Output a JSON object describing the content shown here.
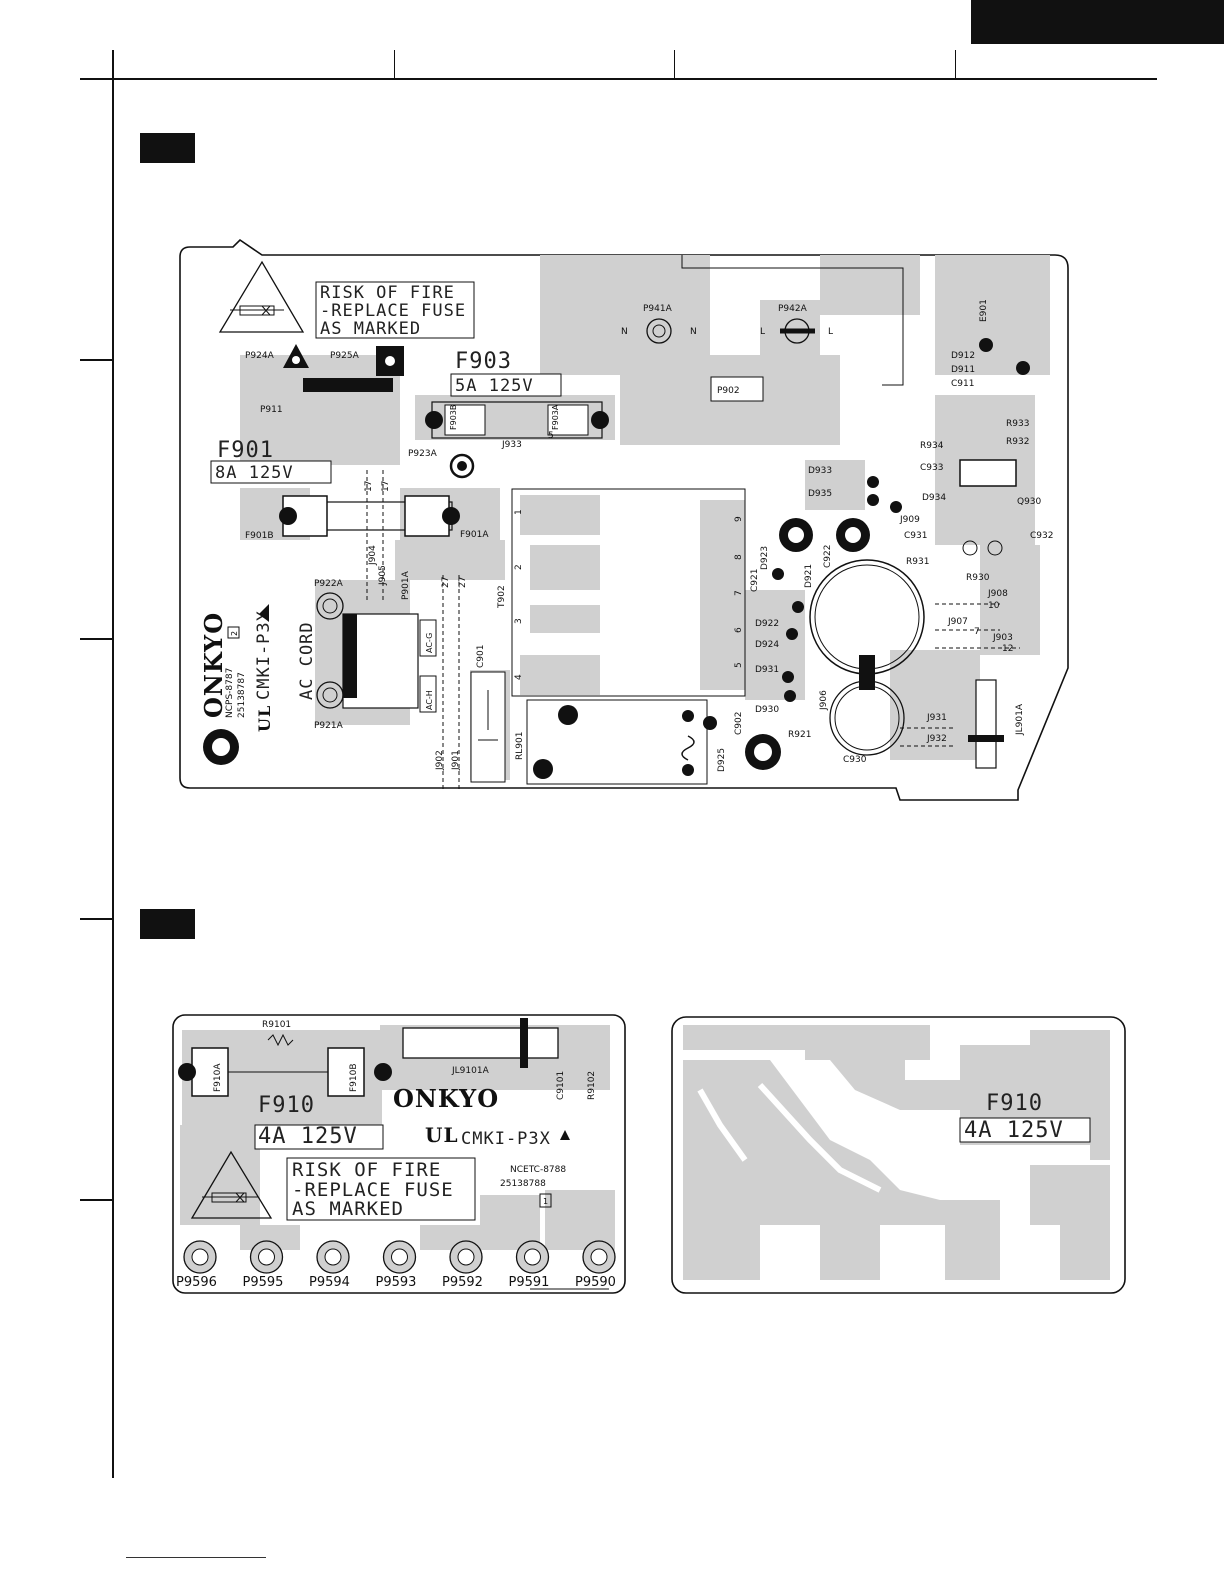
{
  "main_board": {
    "warning_lines": [
      "RISK OF FIRE",
      "-REPLACE FUSE",
      "AS MARKED"
    ],
    "fuse_f903": {
      "name": "F903",
      "rating": "5A 125V"
    },
    "fuse_f901": {
      "name": "F901",
      "rating": "8A 125V"
    },
    "brand": "ONKYO",
    "model_code": "NCPS-8787",
    "part_number": "25138787",
    "revision": "2",
    "cert_mark": "CMKI-P3X",
    "cord_label": "AC CORD",
    "ac_tags": [
      "AC-G",
      "AC-H"
    ],
    "labels": {
      "P941A": "P941A",
      "P942A": "P942A",
      "N1": "N",
      "N2": "N",
      "L1": "L",
      "L2": "L",
      "P924A": "P924A",
      "P925A": "P925A",
      "P911": "P911",
      "P902": "P902",
      "F903B": "F903B",
      "F903A": "F903A",
      "J933": "J933",
      "P923A": "P923A",
      "E901": "E901",
      "D912": "D912",
      "D911": "D911",
      "C911": "C911",
      "R933": "R933",
      "R932": "R932",
      "R934": "R934",
      "C933": "C933",
      "D933": "D933",
      "D935": "D935",
      "D934": "D934",
      "Q930": "Q930",
      "J909": "J909",
      "C931": "C931",
      "C932": "C932",
      "R931": "R931",
      "R930": "R930",
      "J908": "J908",
      "J907": "J907",
      "J903": "J903",
      "F901B": "F901B",
      "F901A": "F901A",
      "P922A": "P922A",
      "P921A": "P921A",
      "J904": "J904",
      "J905": "J905",
      "P901A": "P901A",
      "T902": "T902",
      "C921": "C921",
      "D923": "D923",
      "C922": "C922",
      "D921": "D921",
      "D922": "D922",
      "D924": "D924",
      "D931": "D931",
      "D930": "D930",
      "J906": "J906",
      "JL901A": "JL901A",
      "J931": "J931",
      "J932": "J932",
      "C901": "C901",
      "RL901": "RL901",
      "J902": "J902",
      "J901": "J901",
      "C902": "C902",
      "D925": "D925",
      "R921": "R921",
      "C930": "C930",
      "n17a": "17",
      "n17b": "17",
      "n27a": "27",
      "n27b": "27",
      "n5": "5",
      "n10": "10",
      "n7": "7",
      "n12": "12",
      "t1": "1",
      "t2": "2",
      "t3": "3",
      "t4": "4",
      "t9": "9",
      "t8": "8",
      "t7": "7",
      "t6": "6",
      "t5": "5"
    }
  },
  "fuse_board": {
    "fuse": {
      "name": "F910",
      "rating": "4A 125V"
    },
    "labels": {
      "R9101": "R9101",
      "F910A": "F910A",
      "F910B": "F910B",
      "JL9101A": "JL9101A",
      "C9101": "C9101",
      "R9102": "R9102"
    },
    "warning_lines": [
      "RISK OF FIRE",
      "-REPLACE FUSE",
      "AS MARKED"
    ],
    "brand": "ONKYO",
    "cert_mark": "CMKI-P3X",
    "model_code": "NCETC-8788",
    "part_number": "25138788",
    "revision": "1",
    "pins": [
      "P9596",
      "P9595",
      "P9594",
      "P9593",
      "P9592",
      "P9591",
      "P9590"
    ]
  },
  "fuse_board_solder_side": {
    "fuse": {
      "name": "F910",
      "rating": "4A 125V"
    }
  }
}
